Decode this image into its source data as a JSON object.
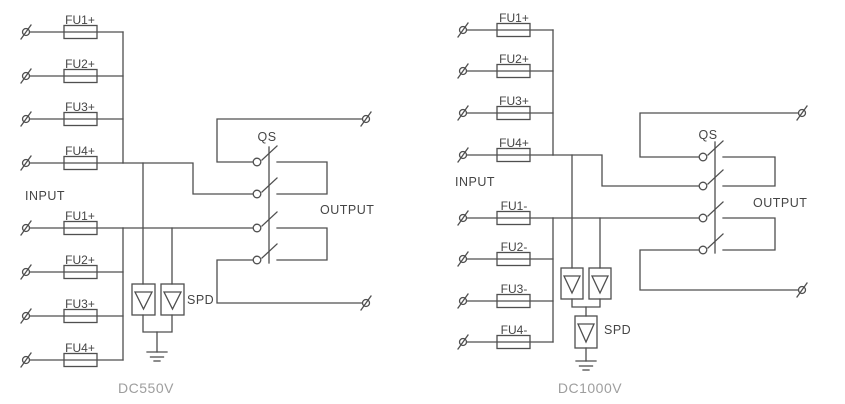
{
  "colors": {
    "background": "#ffffff",
    "line": "#4f4f4f",
    "text": "#454545",
    "muted": "#9e9e9e",
    "dot": "#262626"
  },
  "diagrams": {
    "left": {
      "title": "DC550V",
      "input_label": "INPUT",
      "output_label": "OUTPUT",
      "switch_label": "QS",
      "spd_label": "SPD",
      "fuses_top": [
        "FU1+",
        "FU2+",
        "FU3+",
        "FU4+"
      ],
      "fuses_bottom": [
        "FU1+",
        "FU2+",
        "FU3+",
        "FU4+"
      ]
    },
    "right": {
      "title": "DC1000V",
      "input_label": "INPUT",
      "output_label": "OUTPUT",
      "switch_label": "QS",
      "spd_label": "SPD",
      "fuses_top": [
        "FU1+",
        "FU2+",
        "FU3+",
        "FU4+"
      ],
      "fuses_bottom": [
        "FU1-",
        "FU2-",
        "FU3-",
        "FU4-"
      ]
    }
  }
}
